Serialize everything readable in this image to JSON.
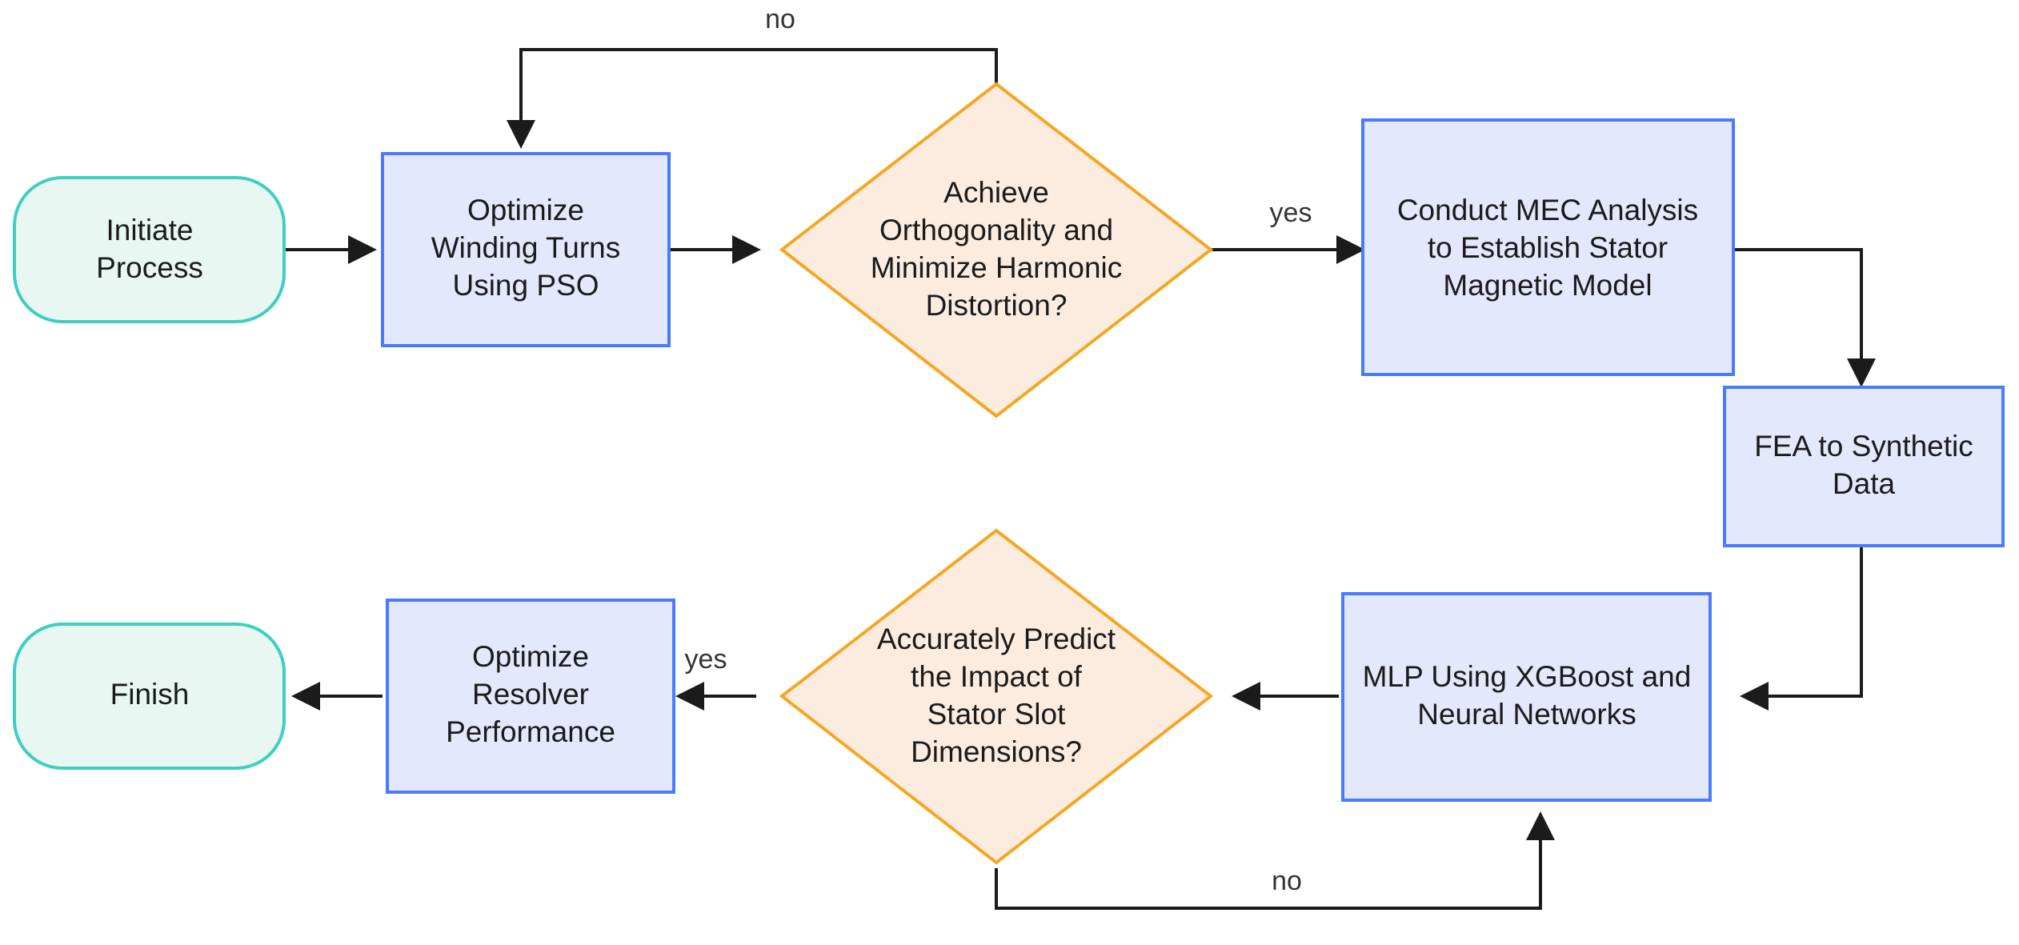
{
  "diagram": {
    "type": "flowchart",
    "title": "",
    "orientation": "left-to-right, two rows",
    "colors": {
      "process_fill": "#e4e8fc",
      "process_stroke": "#4a7afd",
      "terminal_fill": "#e8f7f1",
      "terminal_stroke": "#3ecfc0",
      "decision_fill": "#fcece0",
      "decision_stroke": "#f5a623",
      "edge_stroke": "#1b1b1b",
      "text": "#1b1b1b",
      "background": "#ffffff"
    },
    "nodes": [
      {
        "id": "start",
        "shape": "stadium",
        "lines": [
          "Initiate",
          "Process"
        ],
        "line1": "Initiate",
        "line2": "Process"
      },
      {
        "id": "pso",
        "shape": "rect",
        "lines": [
          "Optimize",
          "Winding Turns",
          "Using PSO"
        ],
        "line1": "Optimize",
        "line2": "Winding Turns",
        "line3": "Using PSO"
      },
      {
        "id": "decision1",
        "shape": "diamond",
        "lines": [
          "Achieve",
          "Orthogonality and",
          "Minimize Harmonic",
          "Distortion?"
        ],
        "line1": "Achieve",
        "line2": "Orthogonality and",
        "line3": "Minimize Harmonic",
        "line4": "Distortion?"
      },
      {
        "id": "mec",
        "shape": "rect",
        "lines": [
          "Conduct MEC Analysis",
          "to Establish Stator",
          "Magnetic Model"
        ],
        "line1": "Conduct MEC Analysis",
        "line2": "to Establish Stator",
        "line3": "Magnetic Model"
      },
      {
        "id": "fea",
        "shape": "rect",
        "lines": [
          "FEA to Synthetic",
          "Data"
        ],
        "line1": "FEA to Synthetic",
        "line2": "Data"
      },
      {
        "id": "mlp",
        "shape": "rect",
        "lines": [
          "MLP Using XGBoost and",
          "Neural Networks"
        ],
        "line1": "MLP Using XGBoost and",
        "line2": "Neural Networks"
      },
      {
        "id": "decision2",
        "shape": "diamond",
        "lines": [
          "Accurately Predict",
          "the Impact of",
          "Stator Slot",
          "Dimensions?"
        ],
        "line1": "Accurately Predict",
        "line2": "the Impact of",
        "line3": "Stator Slot",
        "line4": "Dimensions?"
      },
      {
        "id": "resolver",
        "shape": "rect",
        "lines": [
          "Optimize",
          "Resolver",
          "Performance"
        ],
        "line1": "Optimize",
        "line2": "Resolver",
        "line3": "Performance"
      },
      {
        "id": "finish",
        "shape": "stadium",
        "lines": [
          "Finish"
        ],
        "line1": "Finish"
      }
    ],
    "edges": [
      {
        "id": "e1",
        "from": "start",
        "to": "pso",
        "label": ""
      },
      {
        "id": "e2",
        "from": "pso",
        "to": "decision1",
        "label": ""
      },
      {
        "id": "e3",
        "from": "decision1",
        "to": "pso",
        "label": "no"
      },
      {
        "id": "e4",
        "from": "decision1",
        "to": "mec",
        "label": "yes"
      },
      {
        "id": "e5",
        "from": "mec",
        "to": "fea",
        "label": ""
      },
      {
        "id": "e6",
        "from": "fea",
        "to": "mlp",
        "label": ""
      },
      {
        "id": "e7",
        "from": "mlp",
        "to": "decision2",
        "label": ""
      },
      {
        "id": "e8",
        "from": "decision2",
        "to": "mlp",
        "label": "no"
      },
      {
        "id": "e9",
        "from": "decision2",
        "to": "resolver",
        "label": "yes"
      },
      {
        "id": "e10",
        "from": "resolver",
        "to": "finish",
        "label": ""
      }
    ],
    "edge_labels": {
      "no_top": "no",
      "yes_top": "yes",
      "no_bottom": "no",
      "yes_bottom": "yes"
    }
  }
}
